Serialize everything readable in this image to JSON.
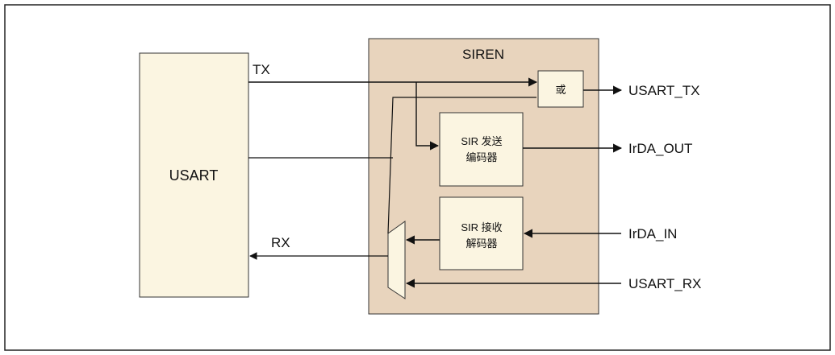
{
  "blocks": {
    "usart": "USART",
    "siren": "SIREN",
    "or_gate": "或",
    "encoder_line1": "SIR 发送",
    "encoder_line2": "编码器",
    "decoder_line1": "SIR 接收",
    "decoder_line2": "解码器"
  },
  "signals": {
    "tx": "TX",
    "rx": "RX",
    "usart_tx": "USART_TX",
    "irda_out": "IrDA_OUT",
    "irda_in": "IrDA_IN",
    "usart_rx": "USART_RX"
  },
  "colors": {
    "usart_fill": "#fbf5e1",
    "siren_fill": "#e8d4bd",
    "block_fill": "#fbf5e1",
    "line": "#111111"
  }
}
